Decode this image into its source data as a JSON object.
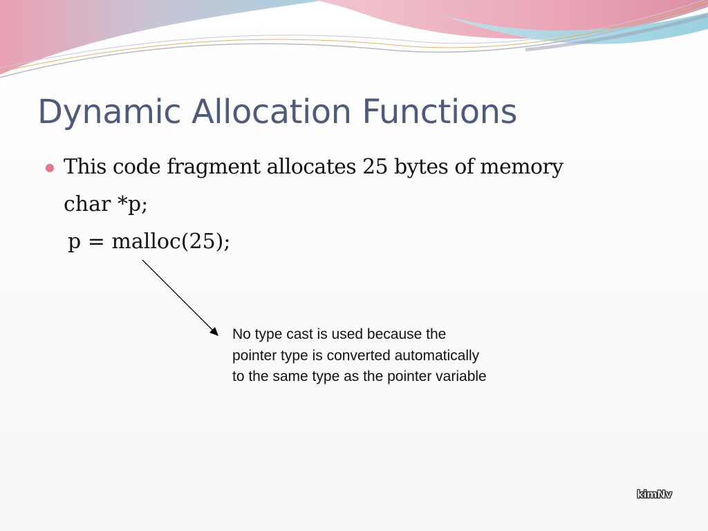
{
  "slide": {
    "title": "Dynamic Allocation Functions",
    "bullet": "This code fragment allocates 25 bytes of memory",
    "code_lines": [
      "char *p;",
      "p = malloc(25);"
    ],
    "note_lines": [
      "No type cast is used because the",
      "pointer type is converted automatically",
      "to the same type as the pointer variable"
    ],
    "footer_logo": "kimNv"
  },
  "colors": {
    "title": "#4e5b7a",
    "bullet": "#e0778a",
    "wave_pink": "#e8a3b3",
    "wave_blue": "#a8d4e2"
  }
}
